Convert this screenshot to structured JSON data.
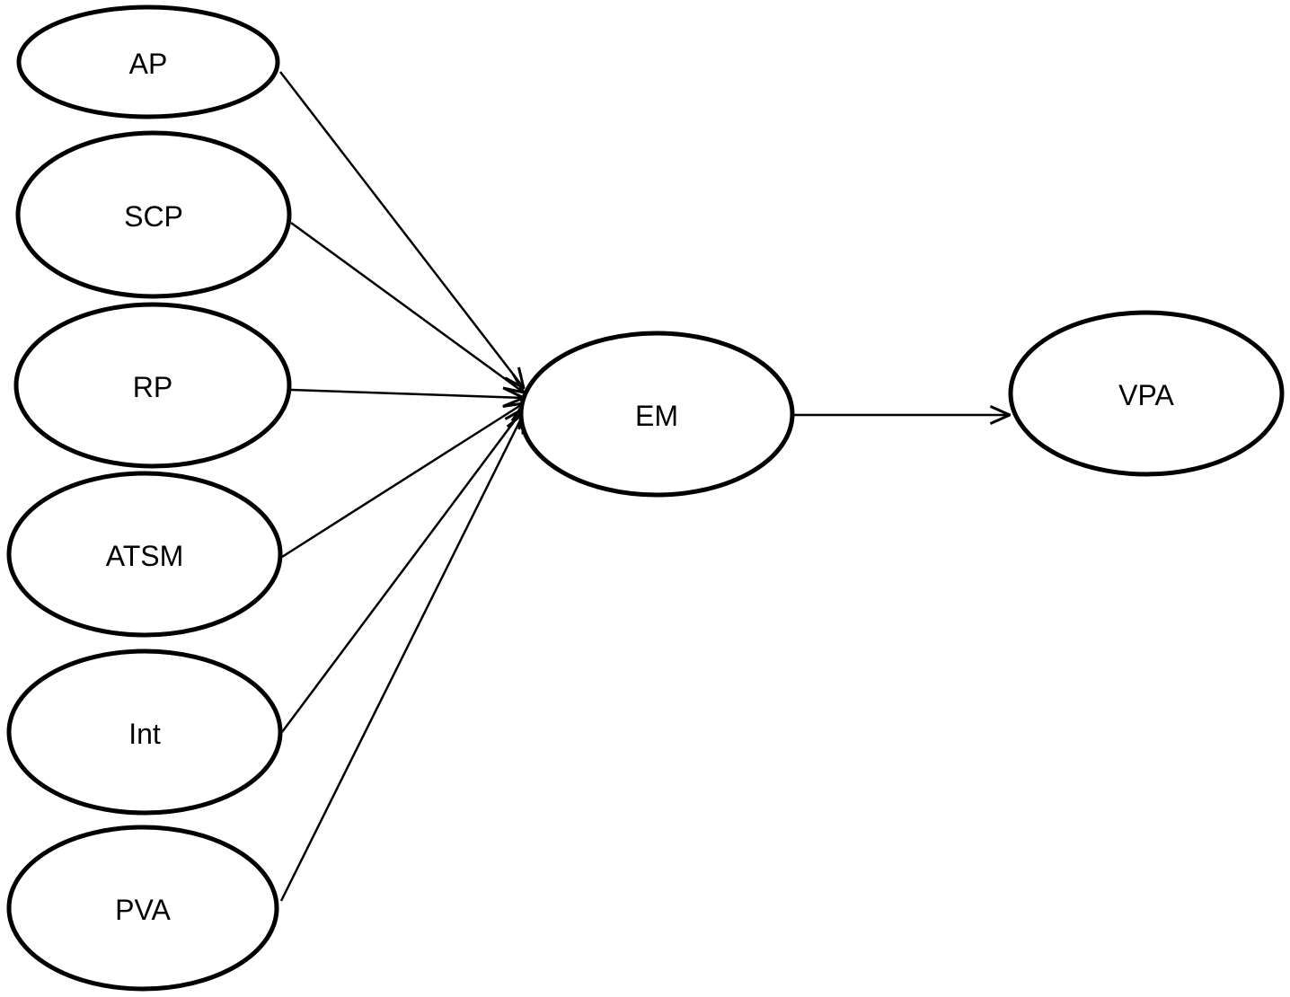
{
  "nodes": [
    {
      "id": "ap",
      "label": "AP"
    },
    {
      "id": "scp",
      "label": "SCP"
    },
    {
      "id": "rp",
      "label": "RP"
    },
    {
      "id": "atsm",
      "label": "ATSM"
    },
    {
      "id": "int",
      "label": "Int"
    },
    {
      "id": "pva",
      "label": "PVA"
    },
    {
      "id": "em",
      "label": "EM"
    },
    {
      "id": "vpa",
      "label": "VPA"
    }
  ],
  "edges": [
    {
      "from": "ap",
      "to": "em"
    },
    {
      "from": "scp",
      "to": "em"
    },
    {
      "from": "rp",
      "to": "em"
    },
    {
      "from": "atsm",
      "to": "em"
    },
    {
      "from": "int",
      "to": "em"
    },
    {
      "from": "pva",
      "to": "em"
    },
    {
      "from": "em",
      "to": "vpa"
    }
  ]
}
